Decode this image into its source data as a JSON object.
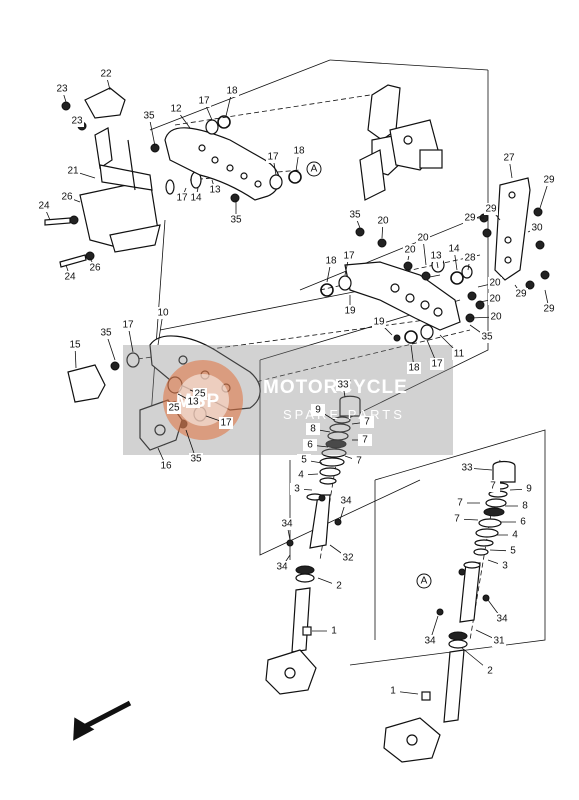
{
  "diagram": {
    "type": "exploded parts diagram",
    "reference_letter": "A",
    "part_numbers": [
      "1",
      "2",
      "3",
      "4",
      "5",
      "6",
      "7",
      "8",
      "9",
      "10",
      "11",
      "12",
      "13",
      "14",
      "15",
      "16",
      "17",
      "18",
      "19",
      "20",
      "21",
      "22",
      "23",
      "24",
      "25",
      "26",
      "27",
      "28",
      "29",
      "30",
      "31",
      "32",
      "33",
      "34",
      "35"
    ],
    "watermark": {
      "line1": "MOTORCYCLE",
      "line2": "SPARE PARTS",
      "badge": "MSP"
    }
  }
}
